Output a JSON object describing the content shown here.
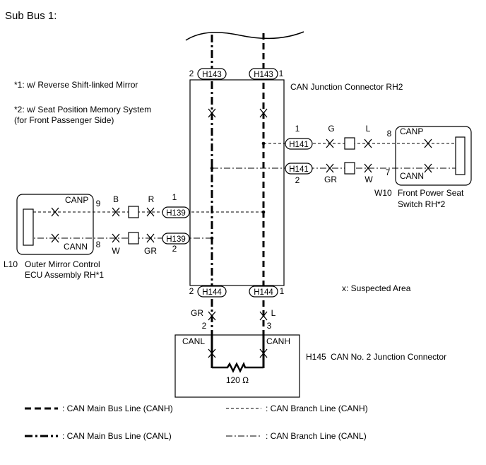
{
  "title": "Sub Bus 1:",
  "notes": {
    "n1": "*1: w/ Reverse Shift-linked Mirror",
    "n2_line1": "*2: w/ Seat Position Memory System",
    "n2_line2": "(for Front Passenger Side)"
  },
  "junction_rh2": {
    "label": "CAN Junction Connector RH2",
    "top_connector": {
      "id": "H143",
      "left_pin": "2",
      "right_pin": "1"
    },
    "bottom_connector": {
      "id": "H144",
      "left_pin": "2",
      "right_pin": "1"
    },
    "right_connector": {
      "id": "H141",
      "canh_pin": "1",
      "canl_pin": "2"
    },
    "left_connector": {
      "id": "H139",
      "canh_pin": "1",
      "canl_pin": "2"
    }
  },
  "w10": {
    "code": "W10",
    "name_line1": "Front Power Seat",
    "name_line2": "Switch RH*2",
    "canp_label": "CANP",
    "cann_label": "CANN",
    "canp_pin": "8",
    "cann_pin": "7",
    "canp_wire": [
      "G",
      "L"
    ],
    "cann_wire": [
      "GR",
      "W"
    ]
  },
  "l10": {
    "code": "L10",
    "name_line1": "Outer Mirror Control",
    "name_line2": "ECU Assembly RH*1",
    "canp_label": "CANP",
    "cann_label": "CANN",
    "canp_pin": "9",
    "cann_pin": "8",
    "canp_wire": [
      "B",
      "R"
    ],
    "cann_wire": [
      "W",
      "GR"
    ]
  },
  "h145": {
    "code": "H145",
    "name": "CAN No. 2 Junction Connector",
    "canl_label": "CANL",
    "canh_label": "CANH",
    "canl_pin": "2",
    "canh_pin": "3",
    "canl_wire": "GR",
    "canh_wire": "L",
    "resistor": "120 Ω"
  },
  "suspected_area": "x: Suspected Area",
  "legend": {
    "main_canh": ": CAN Main Bus Line (CANH)",
    "branch_canh": ": CAN Branch Line (CANH)",
    "main_canl": ": CAN Main Bus Line (CANL)",
    "branch_canl": ": CAN Branch Line (CANL)"
  },
  "colors": {
    "line": "#000000",
    "background": "#ffffff"
  }
}
